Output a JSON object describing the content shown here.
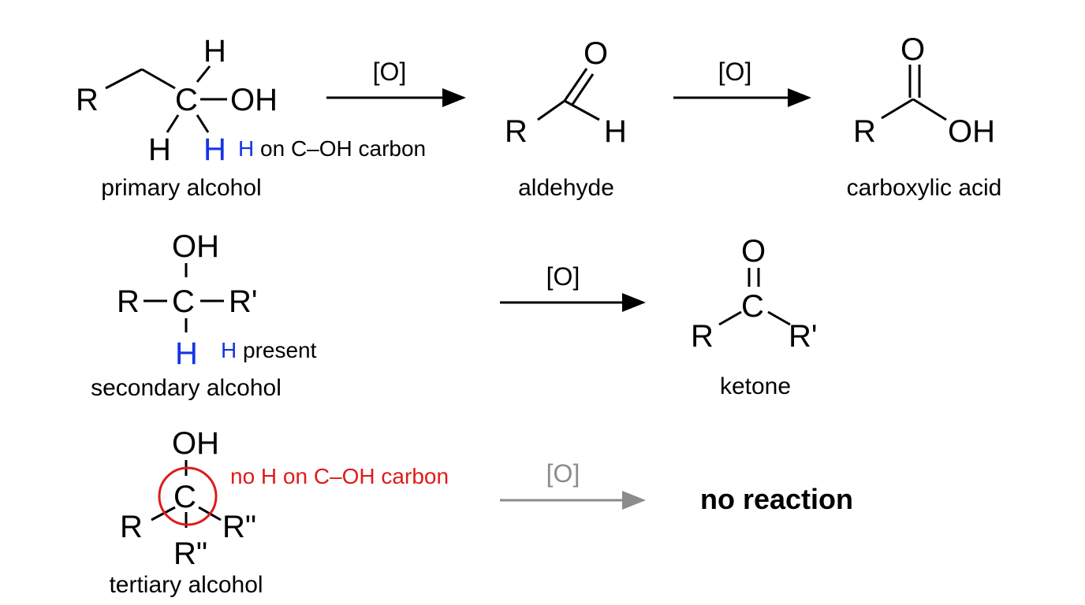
{
  "colors": {
    "black": "#000000",
    "blue": "#1434e6",
    "red": "#e01a1a",
    "gray": "#8c8c8c"
  },
  "atoms": {
    "R": "R",
    "R1": "R'",
    "R2": "R\"",
    "C": "C",
    "H": "H",
    "O": "O",
    "OH": "OH"
  },
  "reagent": "[O]",
  "rows": {
    "primary": {
      "reactant_caption": "primary alcohol",
      "note_h": "H",
      "note_rest": " on C–OH carbon",
      "product1_caption": "aldehyde",
      "product2_caption": "carboxylic acid"
    },
    "secondary": {
      "reactant_caption": "secondary alcohol",
      "note_h": "H",
      "note_rest": " present",
      "product_caption": "ketone"
    },
    "tertiary": {
      "reactant_caption": "tertiary alcohol",
      "note": "no H on C–OH carbon",
      "result": "no reaction"
    }
  }
}
